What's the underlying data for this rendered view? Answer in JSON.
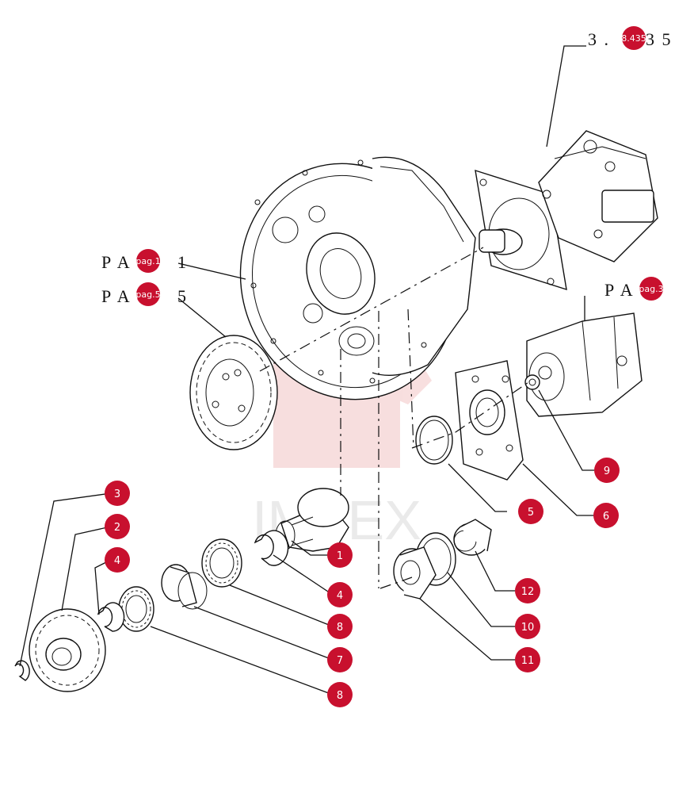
{
  "colors": {
    "badge": "#c8102e",
    "line": "#111111",
    "watermark_red": "#f2c4c4",
    "watermark_text": "#d9d9d9"
  },
  "references": {
    "top_right": {
      "prefix": "3 .",
      "badge": "8.435",
      "suffix": "3 5"
    },
    "pa_1": {
      "prefix": "P A",
      "badge": "pag.1",
      "suffix": "1"
    },
    "pa_5": {
      "prefix": "P A",
      "badge": "pag.5",
      "suffix": "5"
    },
    "pa_3": {
      "prefix": "P A",
      "badge": "pag.3",
      "suffix": ""
    }
  },
  "watermark": {
    "text": "IMTEX"
  },
  "callouts": [
    "1",
    "2",
    "3",
    "4",
    "4",
    "5",
    "6",
    "7",
    "8",
    "8",
    "9",
    "10",
    "11",
    "12"
  ]
}
